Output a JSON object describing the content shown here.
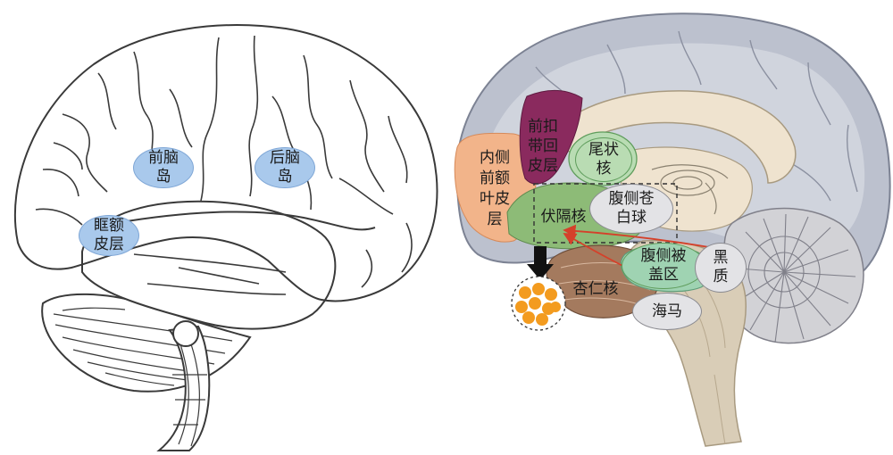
{
  "colors": {
    "outline": "#3a3a3a",
    "cortex_gray": "#bcc1ce",
    "ofc_orange": "#f2b48a",
    "acc_purple": "#8a2a5e",
    "caudate_green": "#b9dcb3",
    "septal_green": "#8dbb77",
    "amygdala_brown": "#a47a5e",
    "vta_green": "#9fd3b2",
    "oval_blue": "#a9c9ec",
    "oval_gray": "#e3e3e6",
    "pathway_red": "#d5402a",
    "dots_orange": "#f39b1f",
    "brainstem_tan": "#d9cdb7"
  },
  "left_brain": {
    "labels": {
      "anterior_insula": "前脑\n岛",
      "posterior_insula": "后脑\n岛",
      "orbitofrontal_cortex": "眶额\n皮层"
    }
  },
  "right_brain": {
    "labels": {
      "anterior_cingulate_cortex": "前扣\n带回\n皮层",
      "medial_prefrontal_cortex": "内侧\n前额\n叶皮\n层",
      "caudate_nucleus": "尾状\n核",
      "ventral_pallidum": "腹侧苍\n白球",
      "septal_nucleus": "伏隔核",
      "ventral_tegmental_area": "腹侧被\n盖区",
      "substantia_nigra": "黑\n质",
      "amygdala": "杏仁核",
      "hippocampus": "海马"
    }
  }
}
